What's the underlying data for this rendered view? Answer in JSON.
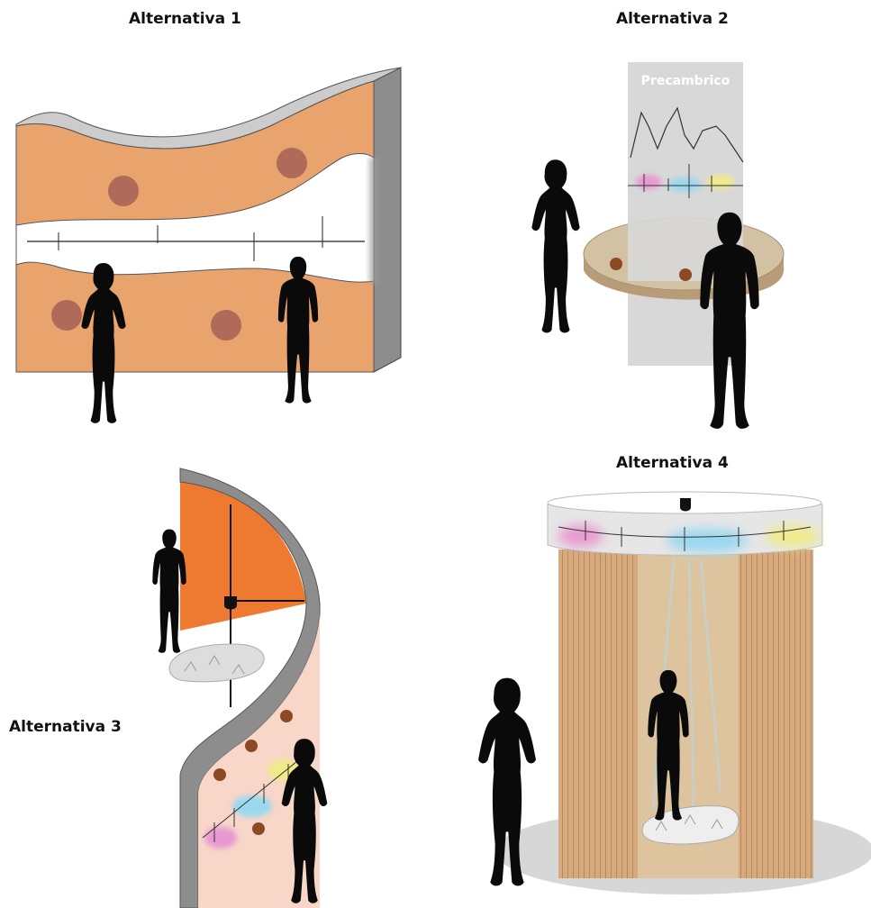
{
  "labels": {
    "alt1": "Alternativa 1",
    "alt2": "Alternativa 2",
    "alt3": "Alternativa 3",
    "alt4": "Alternativa 4",
    "precambrico": "Precambrico"
  },
  "colors": {
    "orange_panel": "#e9a46e",
    "dot": "#b06a5a",
    "gray_top": "#c8c8c8",
    "gray_side": "#8d8d8d",
    "deep_orange": "#ee7a32",
    "light_peach": "#f7d2c2",
    "wood": "#d4a77a",
    "silhouette": "#0a0a0a"
  }
}
